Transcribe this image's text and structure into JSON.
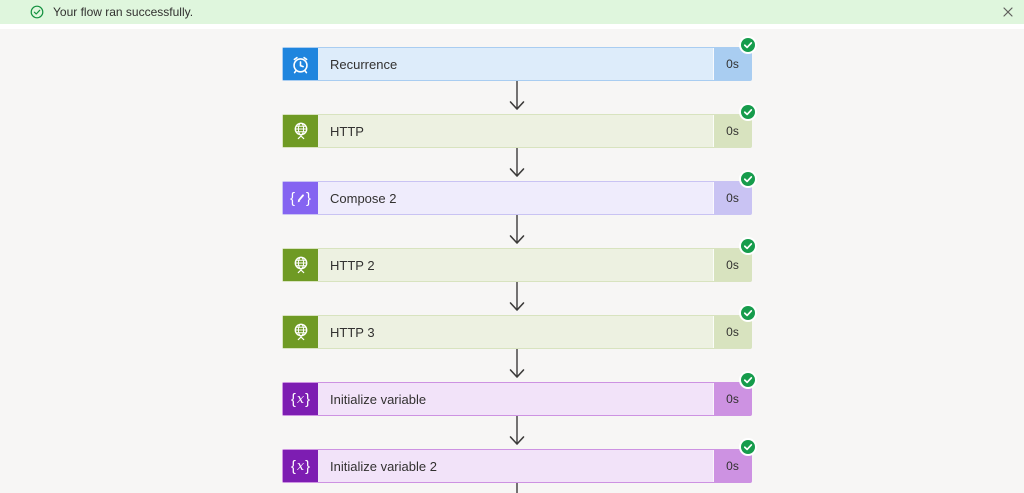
{
  "banner": {
    "message": "Your flow ran successfully.",
    "bg": "#dff6dd",
    "icon_color": "#149140",
    "close_color": "#5f5e5c"
  },
  "canvas": {
    "bg": "#f7f6f5",
    "arrow_color": "#3b3a39"
  },
  "status": {
    "success_color": "#169c4c"
  },
  "nodes": [
    {
      "label": "Recurrence",
      "duration": "0s",
      "icon": "recurrence-clock-icon",
      "glyph": "clock",
      "icon_bg": "#1f85de",
      "body_bg": "#ddecfa",
      "badge_bg": "#a9cdf1"
    },
    {
      "label": "HTTP",
      "duration": "0s",
      "icon": "http-globe-icon",
      "glyph": "globe",
      "icon_bg": "#6f9a24",
      "body_bg": "#edf1e1",
      "badge_bg": "#d8e3bf"
    },
    {
      "label": "Compose 2",
      "duration": "0s",
      "icon": "compose-braces-pencil-icon",
      "glyph": "compose",
      "icon_bg": "#8564f1",
      "body_bg": "#efecfc",
      "badge_bg": "#c9c3f3"
    },
    {
      "label": "HTTP 2",
      "duration": "0s",
      "icon": "http-globe-icon",
      "glyph": "globe",
      "icon_bg": "#6f9a24",
      "body_bg": "#edf1e1",
      "badge_bg": "#d8e3bf"
    },
    {
      "label": "HTTP 3",
      "duration": "0s",
      "icon": "http-globe-icon",
      "glyph": "globe",
      "icon_bg": "#6f9a24",
      "body_bg": "#edf1e1",
      "badge_bg": "#d8e3bf"
    },
    {
      "label": "Initialize variable",
      "duration": "0s",
      "icon": "variable-braces-x-icon",
      "glyph": "variable",
      "icon_bg": "#7d1db2",
      "body_bg": "#f2e3f9",
      "badge_bg": "#cd92e2"
    },
    {
      "label": "Initialize variable 2",
      "duration": "0s",
      "icon": "variable-braces-x-icon",
      "glyph": "variable",
      "icon_bg": "#7d1db2",
      "body_bg": "#f2e3f9",
      "badge_bg": "#cd92e2"
    }
  ]
}
